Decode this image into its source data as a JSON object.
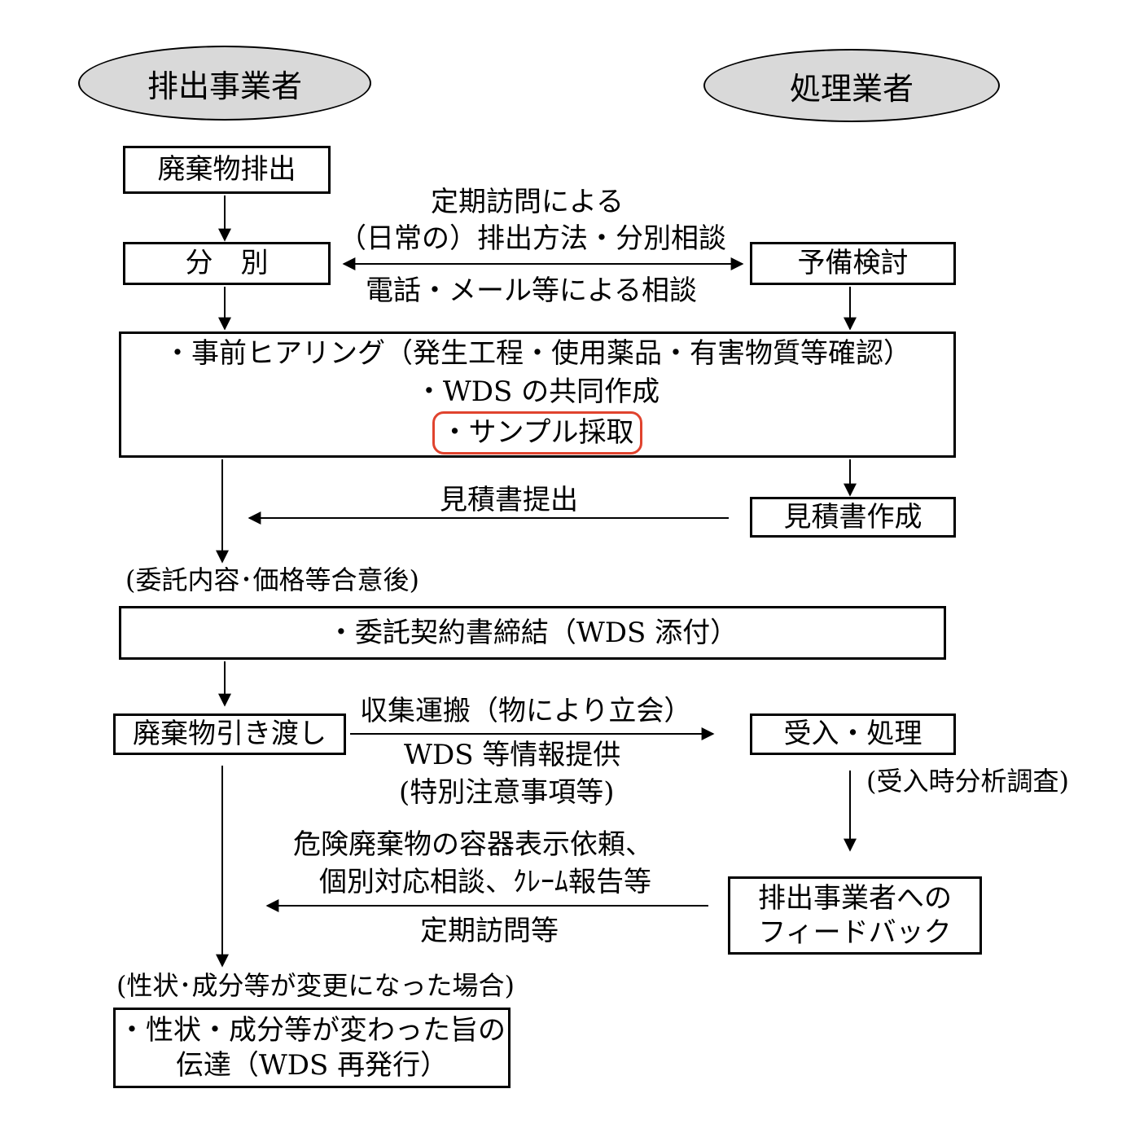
{
  "actors": {
    "left": "排出事業者",
    "right": "処理業者"
  },
  "boxes": {
    "haikibutsu_haishutsu": "廃棄物排出",
    "bunbetsu": "分　別",
    "yobi_kentou": "予備検討",
    "pre_hearing": {
      "line1": "・事前ヒアリング（発生工程・使用薬品・有害物質等確認）",
      "line2": "・WDS の共同作成",
      "line3": "・サンプル採取"
    },
    "mitsumori_sakusei": "見積書作成",
    "itaku_keiyaku": "・委託契約書締結（WDS 添付）",
    "hikiwatashi": "廃棄物引き渡し",
    "ukeire_shori": "受入・処理",
    "feedback": {
      "line1": "排出事業者への",
      "line2": "フィードバック"
    },
    "dentatsu": {
      "line1": "・性状・成分等が変わった旨の",
      "line2": "伝達（WDS 再発行）"
    }
  },
  "labels": {
    "teiki_houmon_line1": "定期訪問による",
    "teiki_houmon_line2": "（日常の）排出方法・分別相談",
    "denwa_mail": "電話・メール等による相談",
    "mitsumori_teishutsu": "見積書提出",
    "after_agreement": "(委託内容･価格等合意後)",
    "shuushuu_unpan": "収集運搬（物により立会）",
    "wds_info_line1": "WDS 等情報提供",
    "wds_info_line2": "(特別注意事項等)",
    "ukeire_chousa": "(受入時分析調査)",
    "kiken_line1": "危険廃棄物の容器表示依頼、",
    "kiken_line2": "個別対応相談、ｸﾚｰﾑ報告等",
    "teiki_houmon_tou": "定期訪問等",
    "seijou_henkou": "(性状･成分等が変更になった場合)"
  },
  "colors": {
    "actor_fill": "#d9d9d9",
    "highlight": "#e0432e"
  }
}
